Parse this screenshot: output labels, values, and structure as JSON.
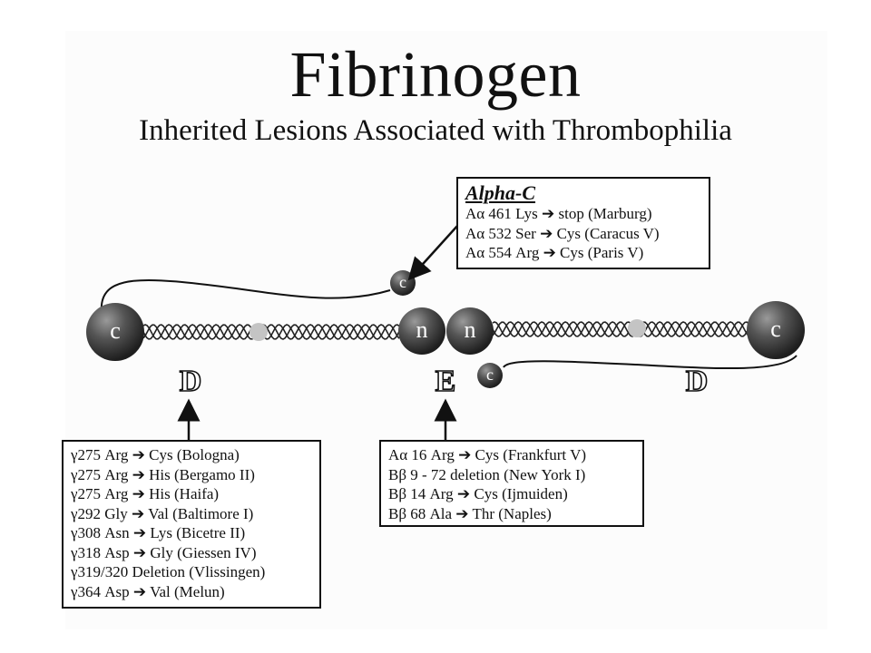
{
  "title": "Fibrinogen",
  "subtitle": "Inherited Lesions Associated with Thrombophilia",
  "nodes": {
    "c_left": "c",
    "c_right": "c",
    "n_left": "n",
    "n_right": "n",
    "c_alpha_top": "c",
    "c_alpha_bottom": "c"
  },
  "domains": {
    "d_left": "D",
    "e_center": "E",
    "d_right": "D"
  },
  "alpha_c_box": {
    "title": "Alpha-C",
    "lines": [
      "Aα 461 Lys ➔ stop (Marburg)",
      "Aα 532 Ser ➔ Cys (Caracus V)",
      "Aα 554 Arg ➔ Cys (Paris V)"
    ]
  },
  "d_box": {
    "lines": [
      "γ275 Arg ➔ Cys (Bologna)",
      "γ275 Arg ➔ His (Bergamo II)",
      "γ275 Arg ➔ His (Haifa)",
      "γ292 Gly ➔ Val (Baltimore I)",
      "γ308 Asn ➔ Lys (Bicetre II)",
      "γ318 Asp ➔ Gly (Giessen IV)",
      "γ319/320 Deletion (Vlissingen)",
      "γ364 Asp ➔ Val (Melun)"
    ]
  },
  "e_box": {
    "lines": [
      "Aα 16 Arg ➔ Cys (Frankfurt V)",
      "Bβ 9 - 72 deletion (New York I)",
      "Bβ 14 Arg ➔ Cys (Ijmuiden)",
      "Bβ 68 Ala ➔ Thr (Naples)"
    ]
  },
  "colors": {
    "ball": "#3a3a3a",
    "ball_highlight": "#8a8a8a",
    "coil": "#222222",
    "coil_fill": "#ffffff",
    "node_gray": "#c4c4c4"
  }
}
